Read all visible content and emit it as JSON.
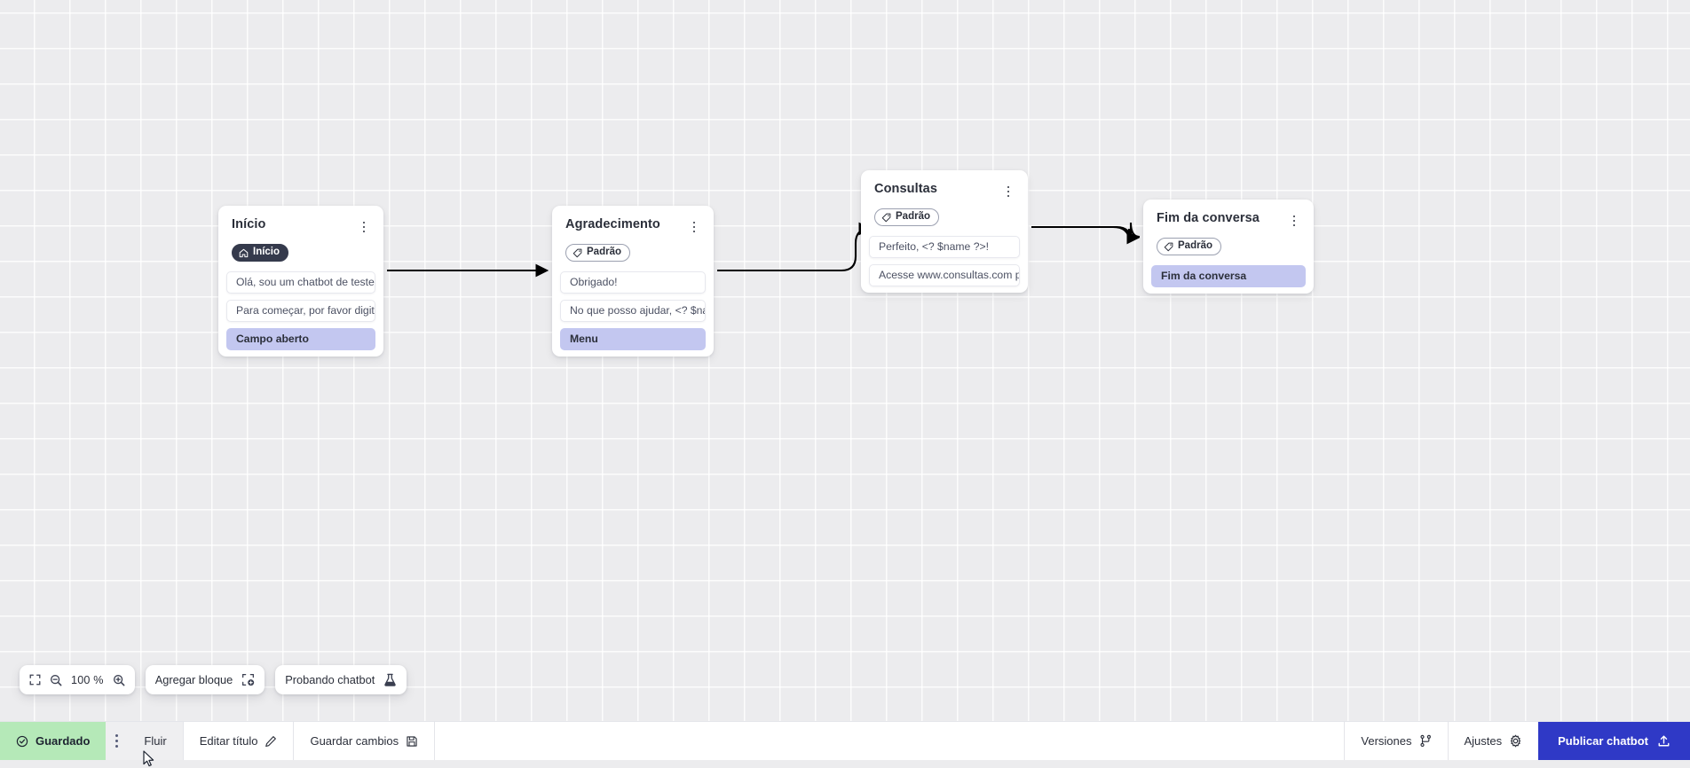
{
  "canvas": {
    "grid": "on",
    "background_color": "#ececee",
    "grid_color": "#ffffff"
  },
  "nodes": [
    {
      "id": "inicio",
      "title": "Início",
      "badge": {
        "label": "Início",
        "icon": "home-icon",
        "style": "dark"
      },
      "rows": [
        {
          "text": "Olá, sou um chatbot de teste!",
          "type": "message"
        },
        {
          "text": "Para começar, por favor digite o ...",
          "type": "message"
        },
        {
          "text": "Campo aberto",
          "type": "action"
        }
      ]
    },
    {
      "id": "agradecimento",
      "title": "Agradecimento",
      "badge": {
        "label": "Padrão",
        "icon": "tag-icon",
        "style": "outline"
      },
      "rows": [
        {
          "text": "Obrigado!",
          "type": "message"
        },
        {
          "text": "No que posso ajudar, <? $name ...",
          "type": "message"
        },
        {
          "text": "Menu",
          "type": "action"
        }
      ]
    },
    {
      "id": "consultas",
      "title": "Consultas",
      "badge": {
        "label": "Padrão",
        "icon": "tag-icon",
        "style": "outline"
      },
      "rows": [
        {
          "text": "Perfeito, <? $name ?>!",
          "type": "message"
        },
        {
          "text": "Acesse www.consultas.com par...",
          "type": "message"
        }
      ]
    },
    {
      "id": "fim",
      "title": "Fim da conversa",
      "badge": {
        "label": "Padrão",
        "icon": "tag-icon",
        "style": "outline"
      },
      "rows": [
        {
          "text": "Fim da conversa",
          "type": "action"
        }
      ]
    }
  ],
  "edges": [
    {
      "from": "inicio",
      "to": "agradecimento"
    },
    {
      "from": "agradecimento",
      "to": "consultas"
    },
    {
      "from": "consultas",
      "to": "fim"
    }
  ],
  "toolbar": {
    "fit_icon": "fit-screen-icon",
    "zoom_out_icon": "zoom-out-icon",
    "zoom_level": "100 %",
    "zoom_in_icon": "zoom-in-icon",
    "add_block_label": "Agregar bloque",
    "add_block_icon": "add-block-icon",
    "test_chatbot_label": "Probando chatbot",
    "test_chatbot_icon": "flask-icon"
  },
  "statusbar": {
    "saved_label": "Guardado",
    "saved_icon": "check-circle-icon",
    "saved_color": "#b5e9b8",
    "kebab_icon": "kebab-menu-icon",
    "flow_tab_label": "Fluir",
    "edit_title_label": "Editar título",
    "edit_title_icon": "pencil-icon",
    "save_changes_label": "Guardar cambios",
    "save_changes_icon": "floppy-disk-icon",
    "versions_label": "Versiones",
    "versions_icon": "branch-icon",
    "settings_label": "Ajustes",
    "settings_icon": "gear-icon",
    "publish_label": "Publicar chatbot",
    "publish_icon": "upload-icon",
    "publish_color": "#2f39c6"
  },
  "scrollbar": {
    "orientation": "horizontal",
    "thumb_color": "#c9cace"
  }
}
